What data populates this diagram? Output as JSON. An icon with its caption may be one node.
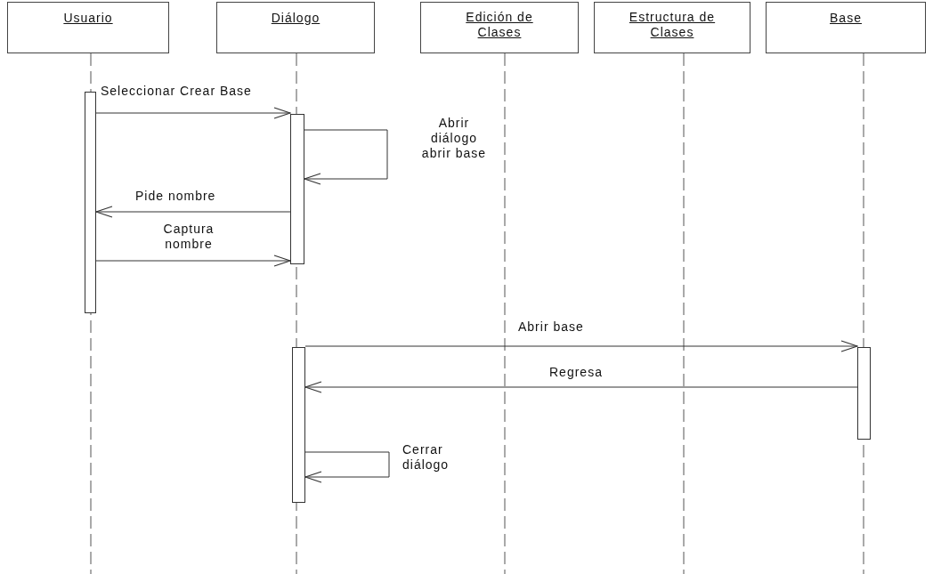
{
  "diagram": {
    "nodes": [
      {
        "text": [
          "Usuario"
        ]
      },
      {
        "text": [
          "Diálogo"
        ]
      },
      {
        "text": [
          "Edición de Clases"
        ]
      },
      {
        "text": [
          "Estructura de Clases"
        ]
      },
      {
        "text": [
          "Base"
        ]
      },
      {
        "text": [],
        "shape": "bar"
      },
      {
        "text": [],
        "shape": "bar"
      },
      {
        "text": [],
        "shape": "bar"
      },
      {
        "text": [],
        "shape": "bar"
      }
    ],
    "edges": [
      {
        "from": 5,
        "to": 6,
        "arrow": "to",
        "label": "Seleccionar Crear Base"
      },
      {
        "from": 6,
        "to": 6,
        "arrow": "to",
        "label": "Abrir diálogo abrir base"
      },
      {
        "from": 6,
        "to": 5,
        "arrow": "to",
        "label": "Pide nombre"
      },
      {
        "from": 5,
        "to": 6,
        "arrow": "to",
        "label": "Captura nombre"
      },
      {
        "from": 7,
        "to": 8,
        "arrow": "to",
        "label": "Abrir base"
      },
      {
        "from": 8,
        "to": 7,
        "arrow": "to",
        "label": "Regresa"
      },
      {
        "from": 7,
        "to": 7,
        "arrow": "to",
        "label": "Cerrar diálogo"
      }
    ]
  }
}
